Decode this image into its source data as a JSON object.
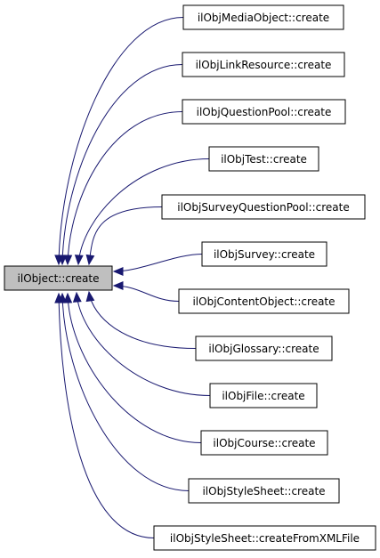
{
  "graph": {
    "root": {
      "label": "ilObject::create",
      "fill": "#bfbfbf"
    },
    "callers": [
      {
        "label": "ilObjMediaObject::create"
      },
      {
        "label": "ilObjLinkResource::create"
      },
      {
        "label": "ilObjQuestionPool::create"
      },
      {
        "label": "ilObjTest::create"
      },
      {
        "label": "ilObjSurveyQuestionPool::create"
      },
      {
        "label": "ilObjSurvey::create"
      },
      {
        "label": "ilObjContentObject::create"
      },
      {
        "label": "ilObjGlossary::create"
      },
      {
        "label": "ilObjFile::create"
      },
      {
        "label": "ilObjCourse::create"
      },
      {
        "label": "ilObjStyleSheet::create"
      },
      {
        "label": "ilObjStyleSheet::createFromXMLFile"
      }
    ],
    "edge_color": "#191970",
    "node_border_color": "#000000"
  }
}
